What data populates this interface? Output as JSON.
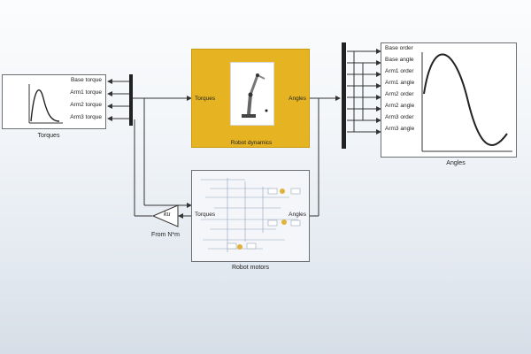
{
  "torques_scope": {
    "caption": "Torques",
    "ports": [
      "Base torque",
      "Arm1 torque",
      "Arm2 torque",
      "Arm3 torque"
    ]
  },
  "robot_dynamics": {
    "caption": "Robot dynamics",
    "input_port": "Torques",
    "output_port": "Angles",
    "color": "#e6b422"
  },
  "robot_motors": {
    "caption": "Robot motors",
    "input_port": "Torques",
    "output_port": "Angles"
  },
  "gain": {
    "symbol": "ku",
    "caption": "From N*m"
  },
  "angles_scope": {
    "caption": "Angles",
    "ports": [
      "Base order",
      "Base angle",
      "Arm1 order",
      "Arm1 angle",
      "Arm2 order",
      "Arm2 angle",
      "Arm3 order",
      "Arm3 angle"
    ]
  }
}
